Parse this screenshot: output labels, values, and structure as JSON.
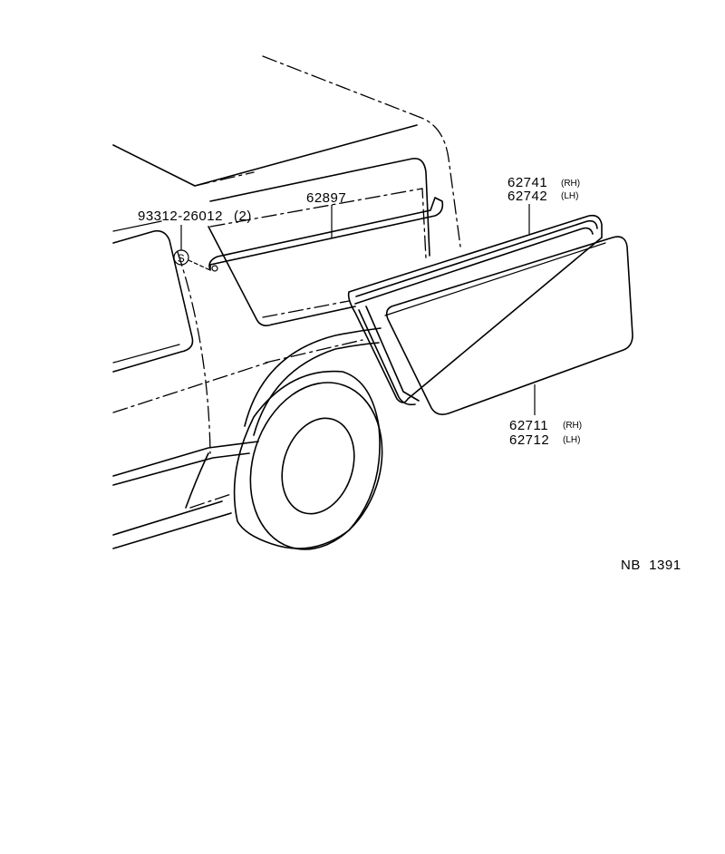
{
  "callouts": {
    "window_frame_rh": {
      "part": "62741",
      "side": "(RH)"
    },
    "window_frame_lh": {
      "part": "62742",
      "side": "(LH)"
    },
    "molding": {
      "part": "62897"
    },
    "screw": {
      "part": "93312-26012",
      "qty": "(2)",
      "symbol": "S"
    },
    "glass_rh": {
      "part": "62711",
      "side": "(RH)"
    },
    "glass_lh": {
      "part": "62712",
      "side": "(LH)"
    }
  },
  "reference_code": "NB  1391"
}
